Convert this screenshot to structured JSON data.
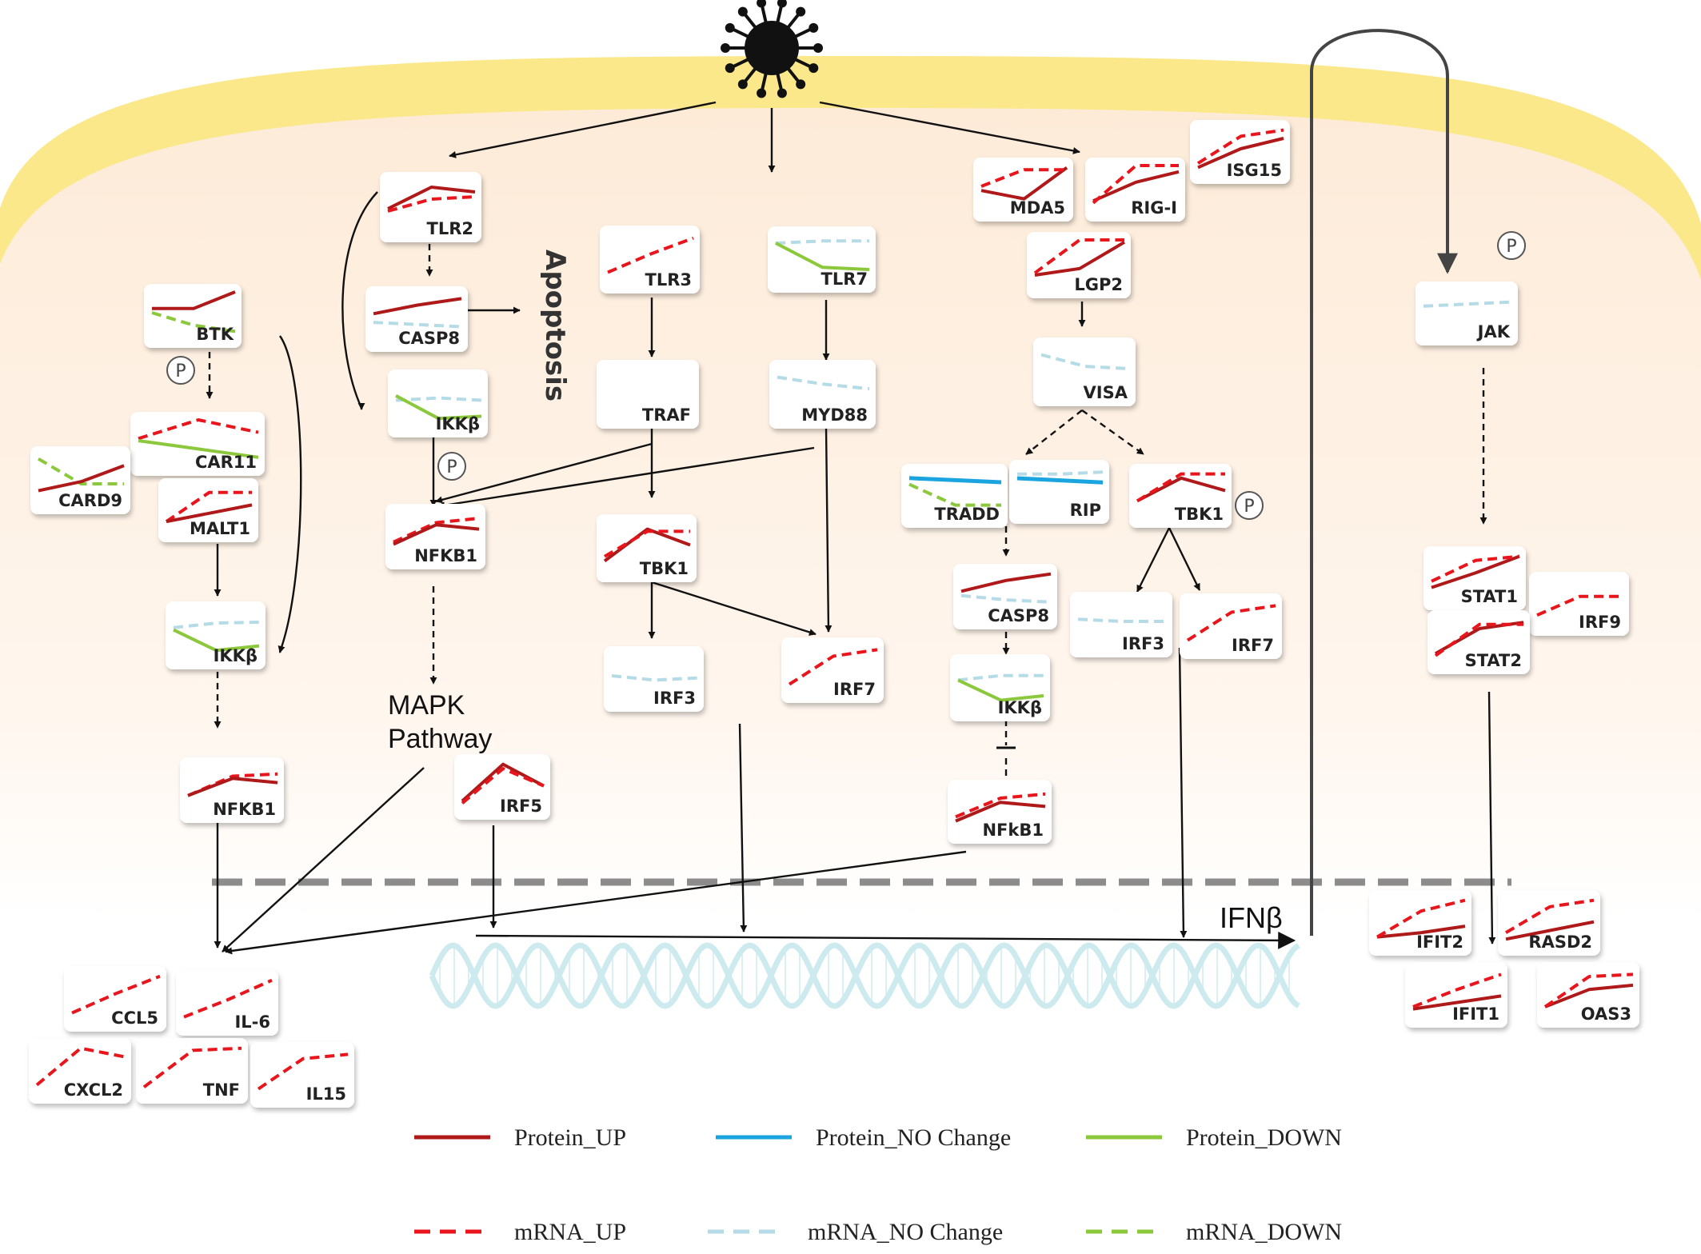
{
  "colors": {
    "protein_up": "#b01919",
    "mrna_up": "#e8161c",
    "protein_no_change": "#1ba5e0",
    "mrna_no_change": "#b5dbe6",
    "protein_down": "#8cc83c",
    "mrna_down": "#8cc83c",
    "membrane": "#fbe88b",
    "cytoplasm": "#fdeedd",
    "arrow": "#111111",
    "nucleus_line": "#8c8c8c",
    "dna": "#cdebee"
  },
  "labels": {
    "apoptosis": "Apoptosis",
    "mapk_line1": "MAPK",
    "mapk_line2": "Pathway",
    "ifnb": "IFNβ",
    "phospho": "P"
  },
  "genes": [
    {
      "id": "btk",
      "label": "BTK",
      "series": [
        {
          "t": "pu",
          "v": [
            0.6,
            0.6,
            1.0
          ]
        },
        {
          "t": "md",
          "v": [
            0.5,
            0.2,
            0.05
          ]
        }
      ]
    },
    {
      "id": "car11",
      "label": "CAR11",
      "series": [
        {
          "t": "mu",
          "v": [
            0.55,
            1.0,
            0.7
          ]
        },
        {
          "t": "pd",
          "v": [
            0.5,
            0.3,
            0.1
          ]
        }
      ]
    },
    {
      "id": "card9",
      "label": "CARD9",
      "series": [
        {
          "t": "md",
          "v": [
            0.9,
            0.35,
            0.35
          ]
        },
        {
          "t": "pu",
          "v": [
            0.2,
            0.4,
            0.75
          ]
        }
      ]
    },
    {
      "id": "malt1",
      "label": "MALT1",
      "series": [
        {
          "t": "mu",
          "v": [
            0.15,
            0.85,
            0.85
          ]
        },
        {
          "t": "pu",
          "v": [
            0.15,
            0.35,
            0.55
          ]
        }
      ]
    },
    {
      "id": "ikkb_left",
      "label": "IKKβ",
      "series": [
        {
          "t": "mn",
          "v": [
            0.6,
            0.7,
            0.72
          ]
        },
        {
          "t": "pd",
          "v": [
            0.55,
            0.1,
            0.2
          ]
        }
      ]
    },
    {
      "id": "nfkb1_left",
      "label": "NFKB1",
      "series": [
        {
          "t": "mu",
          "v": [
            0.3,
            0.75,
            0.8
          ]
        },
        {
          "t": "pu",
          "v": [
            0.3,
            0.7,
            0.6
          ]
        }
      ]
    },
    {
      "id": "tlr2",
      "label": "TLR2",
      "series": [
        {
          "t": "pu",
          "v": [
            0.4,
            0.85,
            0.75
          ]
        },
        {
          "t": "mu",
          "v": [
            0.35,
            0.6,
            0.65
          ]
        }
      ]
    },
    {
      "id": "casp8_left",
      "label": "CASP8",
      "series": [
        {
          "t": "pu",
          "v": [
            0.55,
            0.75,
            0.9
          ]
        },
        {
          "t": "mn",
          "v": [
            0.35,
            0.3,
            0.25
          ]
        }
      ]
    },
    {
      "id": "ikkb_mid",
      "label": "IKKβ",
      "series": [
        {
          "t": "mn",
          "v": [
            0.5,
            0.55,
            0.5
          ]
        },
        {
          "t": "pd",
          "v": [
            0.6,
            0.1,
            0.15
          ]
        }
      ]
    },
    {
      "id": "nfkb1_mid",
      "label": "NFKB1",
      "series": [
        {
          "t": "mu",
          "v": [
            0.3,
            0.75,
            0.85
          ]
        },
        {
          "t": "pu",
          "v": [
            0.25,
            0.7,
            0.6
          ]
        }
      ]
    },
    {
      "id": "irf5",
      "label": "IRF5",
      "series": [
        {
          "t": "pu",
          "v": [
            0.1,
            0.95,
            0.45
          ]
        },
        {
          "t": "mu",
          "v": [
            0.05,
            0.85,
            0.45
          ]
        }
      ]
    },
    {
      "id": "tlr3",
      "label": "TLR3",
      "series": [
        {
          "t": "mu",
          "v": [
            0.15,
            0.55,
            0.9
          ]
        }
      ]
    },
    {
      "id": "traf",
      "label": "TRAF",
      "series": []
    },
    {
      "id": "tbk1_mid",
      "label": "TBK1",
      "series": [
        {
          "t": "pu",
          "v": [
            0.15,
            0.85,
            0.5
          ]
        },
        {
          "t": "mu",
          "v": [
            0.25,
            0.8,
            0.8
          ]
        }
      ]
    },
    {
      "id": "irf3_mid",
      "label": "IRF3",
      "series": [
        {
          "t": "mn",
          "v": [
            0.5,
            0.4,
            0.45
          ]
        }
      ]
    },
    {
      "id": "tlr7",
      "label": "TLR7",
      "series": [
        {
          "t": "mn",
          "v": [
            0.8,
            0.85,
            0.85
          ]
        },
        {
          "t": "pd",
          "v": [
            0.8,
            0.25,
            0.2
          ]
        }
      ]
    },
    {
      "id": "myd88",
      "label": "MYD88",
      "series": [
        {
          "t": "mn",
          "v": [
            0.8,
            0.65,
            0.55
          ]
        }
      ]
    },
    {
      "id": "irf7_mid",
      "label": "IRF7",
      "series": [
        {
          "t": "mu",
          "v": [
            0.1,
            0.75,
            0.9
          ]
        }
      ]
    },
    {
      "id": "mda5",
      "label": "MDA5",
      "series": [
        {
          "t": "pu",
          "v": [
            0.4,
            0.2,
            0.95
          ]
        },
        {
          "t": "mu",
          "v": [
            0.5,
            0.9,
            0.9
          ]
        }
      ]
    },
    {
      "id": "rigi",
      "label": "RIG-I",
      "series": [
        {
          "t": "pu",
          "v": [
            0.15,
            0.6,
            0.85
          ]
        },
        {
          "t": "mu",
          "v": [
            0.1,
            1.0,
            1.0
          ]
        }
      ]
    },
    {
      "id": "isg15",
      "label": "ISG15",
      "series": [
        {
          "t": "pu",
          "v": [
            0.05,
            0.5,
            0.75
          ]
        },
        {
          "t": "mu",
          "v": [
            0.15,
            0.8,
            0.95
          ]
        }
      ]
    },
    {
      "id": "lgp2",
      "label": "LGP2",
      "series": [
        {
          "t": "pu",
          "v": [
            0.2,
            0.35,
            0.95
          ]
        },
        {
          "t": "mu",
          "v": [
            0.25,
            1.0,
            1.0
          ]
        }
      ]
    },
    {
      "id": "visa",
      "label": "VISA",
      "series": [
        {
          "t": "mn",
          "v": [
            0.8,
            0.55,
            0.5
          ]
        }
      ]
    },
    {
      "id": "tradd",
      "label": "TRADD",
      "series": [
        {
          "t": "pn",
          "v": [
            0.85,
            0.8,
            0.75
          ]
        },
        {
          "t": "md",
          "v": [
            0.7,
            0.2,
            0.2
          ]
        }
      ]
    },
    {
      "id": "rip",
      "label": "RIP",
      "series": [
        {
          "t": "mn",
          "v": [
            0.85,
            0.85,
            0.9
          ]
        },
        {
          "t": "pn",
          "v": [
            0.75,
            0.7,
            0.65
          ]
        }
      ]
    },
    {
      "id": "tbk1_right",
      "label": "TBK1",
      "series": [
        {
          "t": "pu",
          "v": [
            0.3,
            0.85,
            0.55
          ]
        },
        {
          "t": "mu",
          "v": [
            0.3,
            0.95,
            0.95
          ]
        }
      ]
    },
    {
      "id": "casp8_right",
      "label": "CASP8",
      "series": [
        {
          "t": "pu",
          "v": [
            0.55,
            0.8,
            0.95
          ]
        },
        {
          "t": "mn",
          "v": [
            0.45,
            0.35,
            0.3
          ]
        }
      ]
    },
    {
      "id": "irf3_right",
      "label": "IRF3",
      "series": [
        {
          "t": "mn",
          "v": [
            0.55,
            0.5,
            0.5
          ]
        }
      ]
    },
    {
      "id": "irf7_right",
      "label": "IRF7",
      "series": [
        {
          "t": "mu",
          "v": [
            0.1,
            0.75,
            0.9
          ]
        }
      ]
    },
    {
      "id": "ikkb_right",
      "label": "IKKβ",
      "series": [
        {
          "t": "mn",
          "v": [
            0.6,
            0.7,
            0.7
          ]
        },
        {
          "t": "pd",
          "v": [
            0.6,
            0.15,
            0.25
          ]
        }
      ]
    },
    {
      "id": "nfkb1_right",
      "label": "NFkB1",
      "series": [
        {
          "t": "mu",
          "v": [
            0.3,
            0.75,
            0.85
          ]
        },
        {
          "t": "pu",
          "v": [
            0.2,
            0.65,
            0.55
          ]
        }
      ]
    },
    {
      "id": "nfkb1_lower",
      "label": "NFKB1",
      "series": [
        {
          "t": "mu",
          "v": [
            0.2,
            0.85,
            0.85
          ]
        },
        {
          "t": "pu",
          "v": [
            0.15,
            0.85,
            0.7
          ]
        }
      ]
    },
    {
      "id": "jak",
      "label": "JAK",
      "series": [
        {
          "t": "mn",
          "v": [
            0.6,
            0.65,
            0.7
          ]
        }
      ]
    },
    {
      "id": "stat1",
      "label": "STAT1",
      "series": [
        {
          "t": "pu",
          "v": [
            0.2,
            0.55,
            0.95
          ]
        },
        {
          "t": "mu",
          "v": [
            0.35,
            0.85,
            0.95
          ]
        }
      ]
    },
    {
      "id": "irf9",
      "label": "IRF9",
      "series": [
        {
          "t": "mu",
          "v": [
            0.15,
            0.6,
            0.6
          ]
        }
      ]
    },
    {
      "id": "stat2",
      "label": "STAT2",
      "series": [
        {
          "t": "pu",
          "v": [
            0.15,
            0.75,
            0.9
          ]
        },
        {
          "t": "mu",
          "v": [
            0.1,
            0.85,
            0.85
          ]
        }
      ]
    },
    {
      "id": "ccl5",
      "label": "CCL5",
      "series": [
        {
          "t": "mu",
          "v": [
            0.1,
            0.55,
            0.95
          ]
        }
      ]
    },
    {
      "id": "il6",
      "label": "IL-6",
      "series": [
        {
          "t": "mu",
          "v": [
            0.1,
            0.5,
            0.95
          ]
        }
      ]
    },
    {
      "id": "cxcl2",
      "label": "CXCL2",
      "series": [
        {
          "t": "mu",
          "v": [
            0.1,
            0.95,
            0.75
          ]
        }
      ]
    },
    {
      "id": "tnf",
      "label": "TNF",
      "series": [
        {
          "t": "mu",
          "v": [
            0.05,
            0.9,
            0.95
          ]
        }
      ]
    },
    {
      "id": "il15",
      "label": "IL15",
      "series": [
        {
          "t": "mu",
          "v": [
            0.1,
            0.8,
            0.9
          ]
        }
      ]
    },
    {
      "id": "ifit2",
      "label": "IFIT2",
      "series": [
        {
          "t": "pu",
          "v": [
            0.1,
            0.2,
            0.35
          ]
        },
        {
          "t": "mu",
          "v": [
            0.1,
            0.7,
            0.95
          ]
        }
      ]
    },
    {
      "id": "rasd2",
      "label": "RASD2",
      "series": [
        {
          "t": "pu",
          "v": [
            0.05,
            0.25,
            0.45
          ]
        },
        {
          "t": "mu",
          "v": [
            0.2,
            0.8,
            0.95
          ]
        }
      ]
    },
    {
      "id": "ifit1",
      "label": "IFIT1",
      "series": [
        {
          "t": "pu",
          "v": [
            0.1,
            0.25,
            0.4
          ]
        },
        {
          "t": "mu",
          "v": [
            0.15,
            0.55,
            0.9
          ]
        }
      ]
    },
    {
      "id": "oas3",
      "label": "OAS3",
      "series": [
        {
          "t": "pu",
          "v": [
            0.15,
            0.55,
            0.65
          ]
        },
        {
          "t": "mu",
          "v": [
            0.15,
            0.85,
            0.9
          ]
        }
      ]
    }
  ],
  "legend": [
    {
      "key": "pu",
      "label": "Protein_UP"
    },
    {
      "key": "pn",
      "label": "Protein_NO Change"
    },
    {
      "key": "pd",
      "label": "Protein_DOWN"
    },
    {
      "key": "mu",
      "label": "mRNA_UP"
    },
    {
      "key": "mn",
      "label": "mRNA_NO Change"
    },
    {
      "key": "md",
      "label": "mRNA_DOWN"
    }
  ]
}
